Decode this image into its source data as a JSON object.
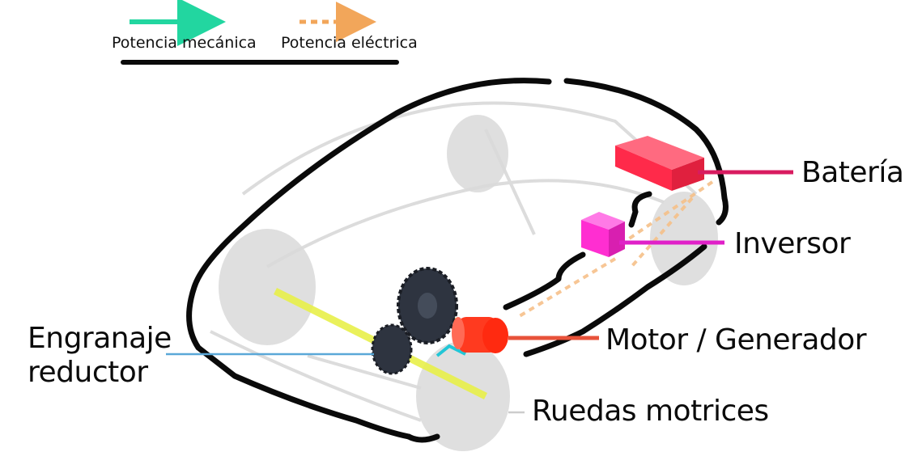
{
  "legend": {
    "mechanical_label": "Potencia mecánica",
    "electrical_label": "Potencia eléctrica",
    "mechanical_color": "#22d6a0",
    "electrical_color": "#f2a65a"
  },
  "labels": {
    "battery": "Batería",
    "inverter": "Inversor",
    "motor": "Motor / Generador",
    "gear_line1": "Engranaje",
    "gear_line2": "reductor",
    "wheels": "Ruedas motrices"
  },
  "colors": {
    "battery": "#ff2a4a",
    "battery_leader": "#d81b60",
    "inverter": "#ff2ed1",
    "inverter_leader": "#e020c8",
    "motor": "#ff3a1f",
    "motor_leader": "#e8523a",
    "gear": "#2e3440",
    "axle": "#e8f04a",
    "gear_leader": "#5aa8d8",
    "car_outline": "#0a0a0a",
    "car_ghost": "#d6d6d6"
  }
}
